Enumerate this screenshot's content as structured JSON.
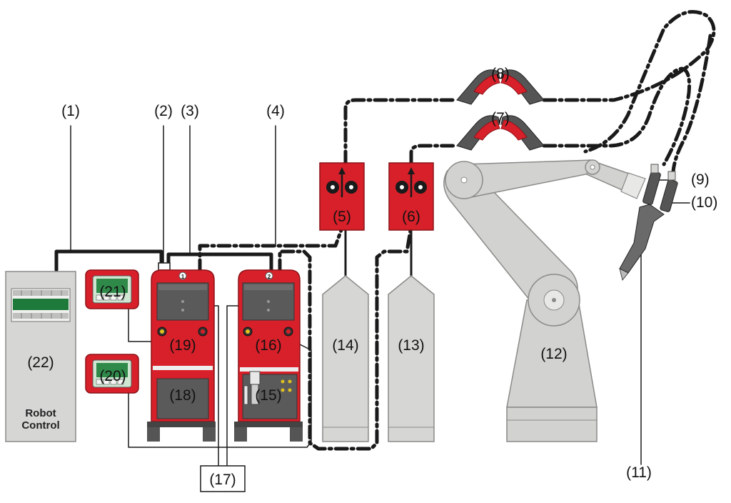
{
  "labels": {
    "l1": "(1)",
    "l2": "(2)",
    "l3": "(3)",
    "l4": "(4)",
    "l5": "(5)",
    "l6": "(6)",
    "l7": "(7)",
    "l8": "(8)",
    "l9": "(9)",
    "l10": "(10)",
    "l11": "(11)",
    "l12": "(12)",
    "l13": "(13)",
    "l14": "(14)",
    "l15": "(15)",
    "l16": "(16)",
    "l17": "(17)",
    "l18": "(18)",
    "l19": "(19)",
    "l20": "(20)",
    "l21": "(21)",
    "l22": "(22)"
  },
  "robot_control": {
    "line1": "Robot",
    "line2": "Control"
  },
  "power_source_numbers": {
    "first": "1",
    "second": "2"
  },
  "colors": {
    "red": "#d8202a",
    "grey_cabinet": "#d6d6d4",
    "robot_grey": "#d2d2d0",
    "cable": "#1a1a1a",
    "display_green": "#2f8a4a"
  }
}
